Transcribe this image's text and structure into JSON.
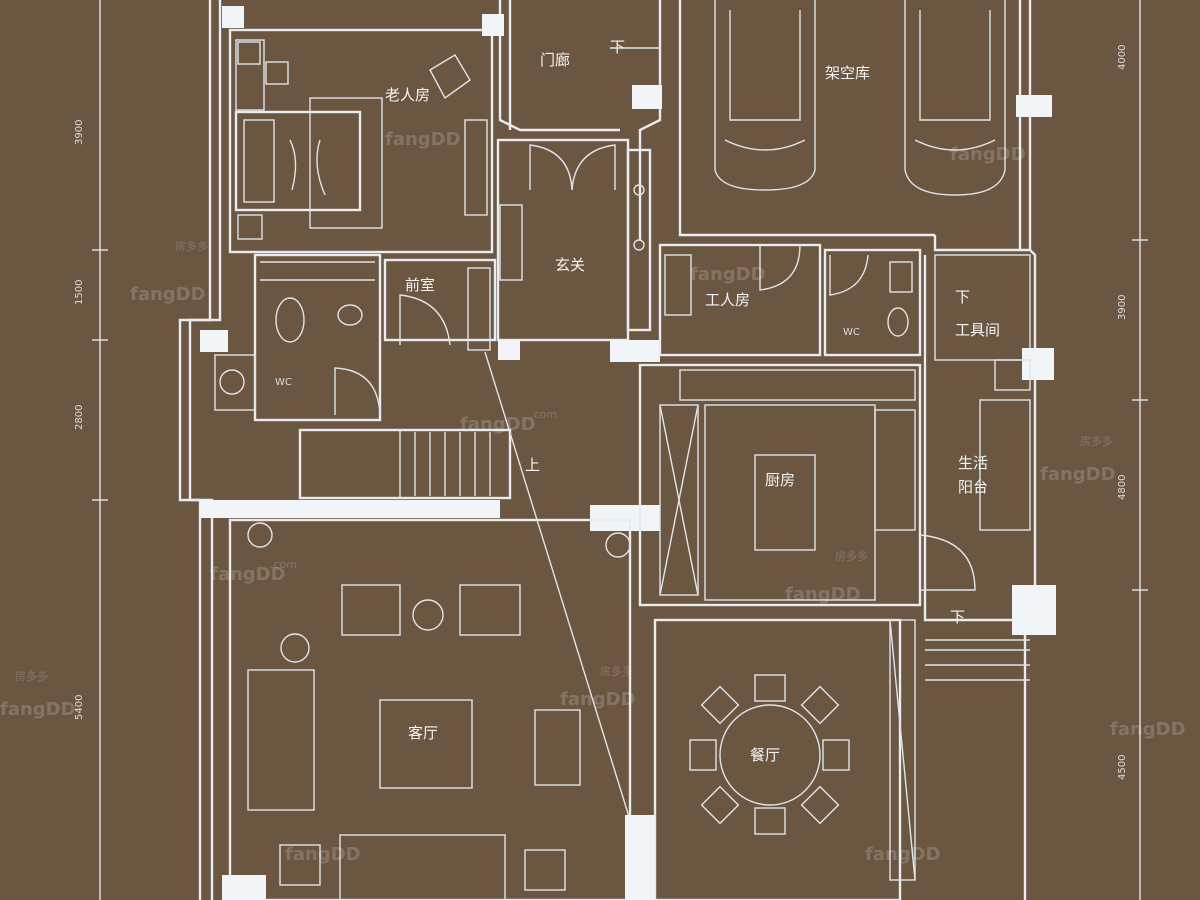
{
  "rooms": {
    "elder_room": "老人房",
    "garage_door": "门廊",
    "carport": "架空库",
    "foyer": "玄关",
    "front_room": "前室",
    "maid_room": "工人房",
    "tool_room": "工具间",
    "kitchen": "厨房",
    "service_balcony": "生活\n阳台",
    "living_room": "客厅",
    "dining_room": "餐厅"
  },
  "markers": {
    "down": "下",
    "up": "上",
    "wc": "WC"
  },
  "dimensions": {
    "left": [
      "3900",
      "1500",
      "2800",
      "5400"
    ],
    "right": [
      "4000",
      "3900",
      "4800",
      "4500"
    ]
  },
  "watermark": {
    "brand": "房多多",
    "text": "fangDD",
    "domain": ".com"
  },
  "colors": {
    "background": "#6b5642",
    "lines": "#e8ecf0"
  }
}
